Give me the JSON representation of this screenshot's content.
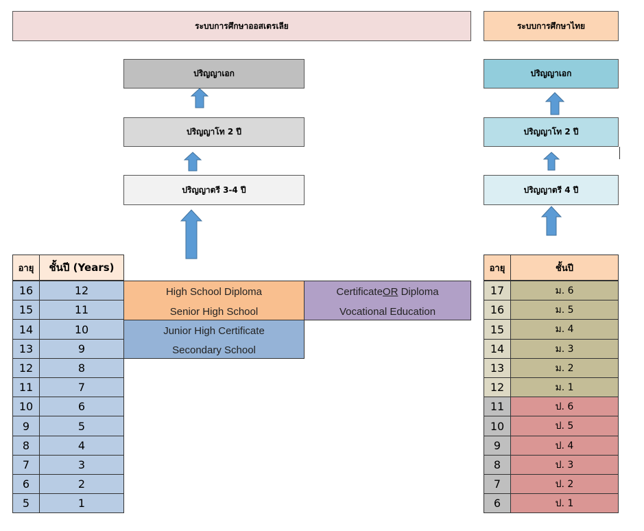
{
  "titles": {
    "australia": "ระบบการศึกษาออสเตรเลีย",
    "thai": "ระบบการศึกษาไทย"
  },
  "australia_degrees": [
    "ปริญญาเอก",
    "ปริญญาโท 2 ปี",
    "ปริญญาตรี 3-4 ปี"
  ],
  "thai_degrees": [
    "ปริญญาเอก",
    "ปริญญาโท 2 ปี",
    "ปริญญาตรี 4 ปี"
  ],
  "aus_table": {
    "header_age": "อายุ",
    "header_year": "ชั้นปี (Years)",
    "ages": [
      "16",
      "15",
      "14",
      "13",
      "12",
      "11",
      "10",
      "9",
      "8",
      "7",
      "6",
      "5"
    ],
    "years": [
      "12",
      "11",
      "10",
      "9",
      "8",
      "7",
      "6",
      "5",
      "4",
      "3",
      "2",
      "1"
    ]
  },
  "programs": {
    "senior_line1": "High School Diploma",
    "senior_line2": "Senior High School",
    "junior_line1": "Junior High Certificate",
    "junior_line2": "Secondary School",
    "voc_line1_a": "Certificate ",
    "voc_line1_or": "OR",
    "voc_line1_b": " Diploma",
    "voc_line2": "Vocational Education"
  },
  "thai_table": {
    "header_age": "อายุ",
    "header_year": "ชั้นปี",
    "ages": [
      "17",
      "16",
      "15",
      "14",
      "13",
      "12",
      "11",
      "10",
      "9",
      "8",
      "7",
      "6"
    ],
    "grades": [
      "ม. 6",
      "ม. 5",
      "ม. 4",
      "ม. 3",
      "ม. 2",
      "ม. 1",
      "ป. 6",
      "ป. 5",
      "ป. 4",
      "ป. 3",
      "ป. 2",
      "ป. 1"
    ]
  },
  "colors": {
    "aus_title_bg": "#f2dcdb",
    "thai_title_bg": "#fcd5b4",
    "aus_phd": "#bfbfbf",
    "aus_master": "#d9d9d9",
    "aus_bachelor": "#f2f2f2",
    "thai_phd": "#92cddc",
    "thai_master": "#b7dee8",
    "thai_bachelor": "#dbeef3",
    "arrow": "#5b9bd5",
    "aus_table_cell": "#b8cce4",
    "aus_table_header": "#fde9d9",
    "senior": "#f9bf8f",
    "junior": "#95b3d7",
    "vocational": "#b1a0c7",
    "thai_header": "#fcd5b4",
    "thai_age_upper": "#ddd9c4",
    "thai_grade_upper": "#c4bd97",
    "thai_age_lower": "#bfbfbf",
    "thai_grade_lower": "#da9694"
  }
}
